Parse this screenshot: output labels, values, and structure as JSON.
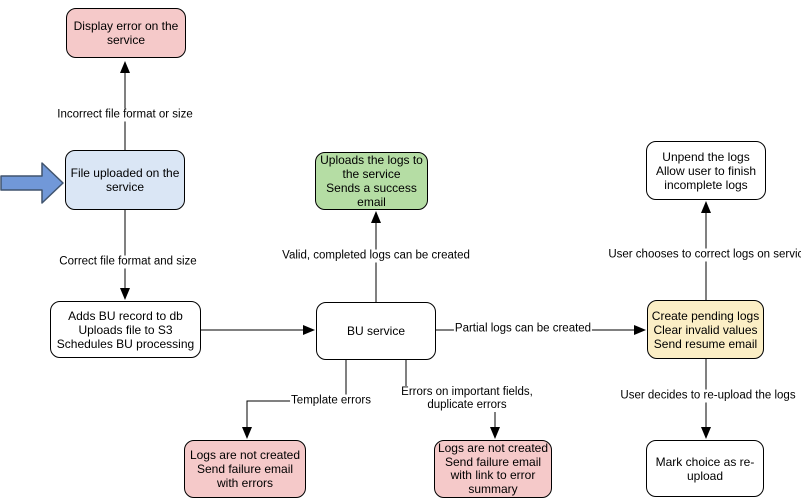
{
  "colors": {
    "pink_fill": "#f5c9c9",
    "blue_fill": "#dae6f5",
    "green_fill": "#b5dda4",
    "yellow_fill": "#fbeec5",
    "white_fill": "#ffffff",
    "node_border": "#000000",
    "edge_stroke": "#000000",
    "block_arrow_fill": "#7198d8",
    "block_arrow_border": "#40546e"
  },
  "nodes": {
    "display_error": {
      "lines": [
        "Display error on the",
        "service"
      ]
    },
    "file_uploaded": {
      "lines": [
        "File uploaded on the",
        "service"
      ]
    },
    "adds_bu": {
      "lines": [
        "Adds BU record to db",
        "Uploads file to S3",
        "Schedules BU processing"
      ]
    },
    "bu_service": {
      "lines": [
        "BU service"
      ]
    },
    "upload_success": {
      "lines": [
        "Uploads the logs to",
        "the service",
        "Sends a success",
        "email"
      ]
    },
    "unpend": {
      "lines": [
        "Unpend the logs",
        "Allow user to finish",
        "incomplete logs"
      ]
    },
    "create_pending": {
      "lines": [
        "Create pending logs",
        "Clear invalid values",
        "Send resume email"
      ]
    },
    "mark_reupload": {
      "lines": [
        "Mark choice as re-",
        "upload"
      ]
    },
    "failure_errors": {
      "lines": [
        "Logs are not created",
        "Send failure email",
        "with errors"
      ]
    },
    "failure_summary": {
      "lines": [
        "Logs are not created",
        "Send failure email",
        "with link to error",
        "summary"
      ]
    }
  },
  "edge_labels": {
    "incorrect": "Incorrect file format or size",
    "correct": "Correct file format and size",
    "valid": "Valid, completed logs can be created",
    "partial": "Partial logs can be created",
    "template": "Template errors",
    "important_fields": {
      "lines": [
        "Errors on important fields,",
        "duplicate errors"
      ]
    },
    "user_correct": "User chooses to correct logs on service",
    "user_reupload": "User decides to re-upload the logs"
  }
}
